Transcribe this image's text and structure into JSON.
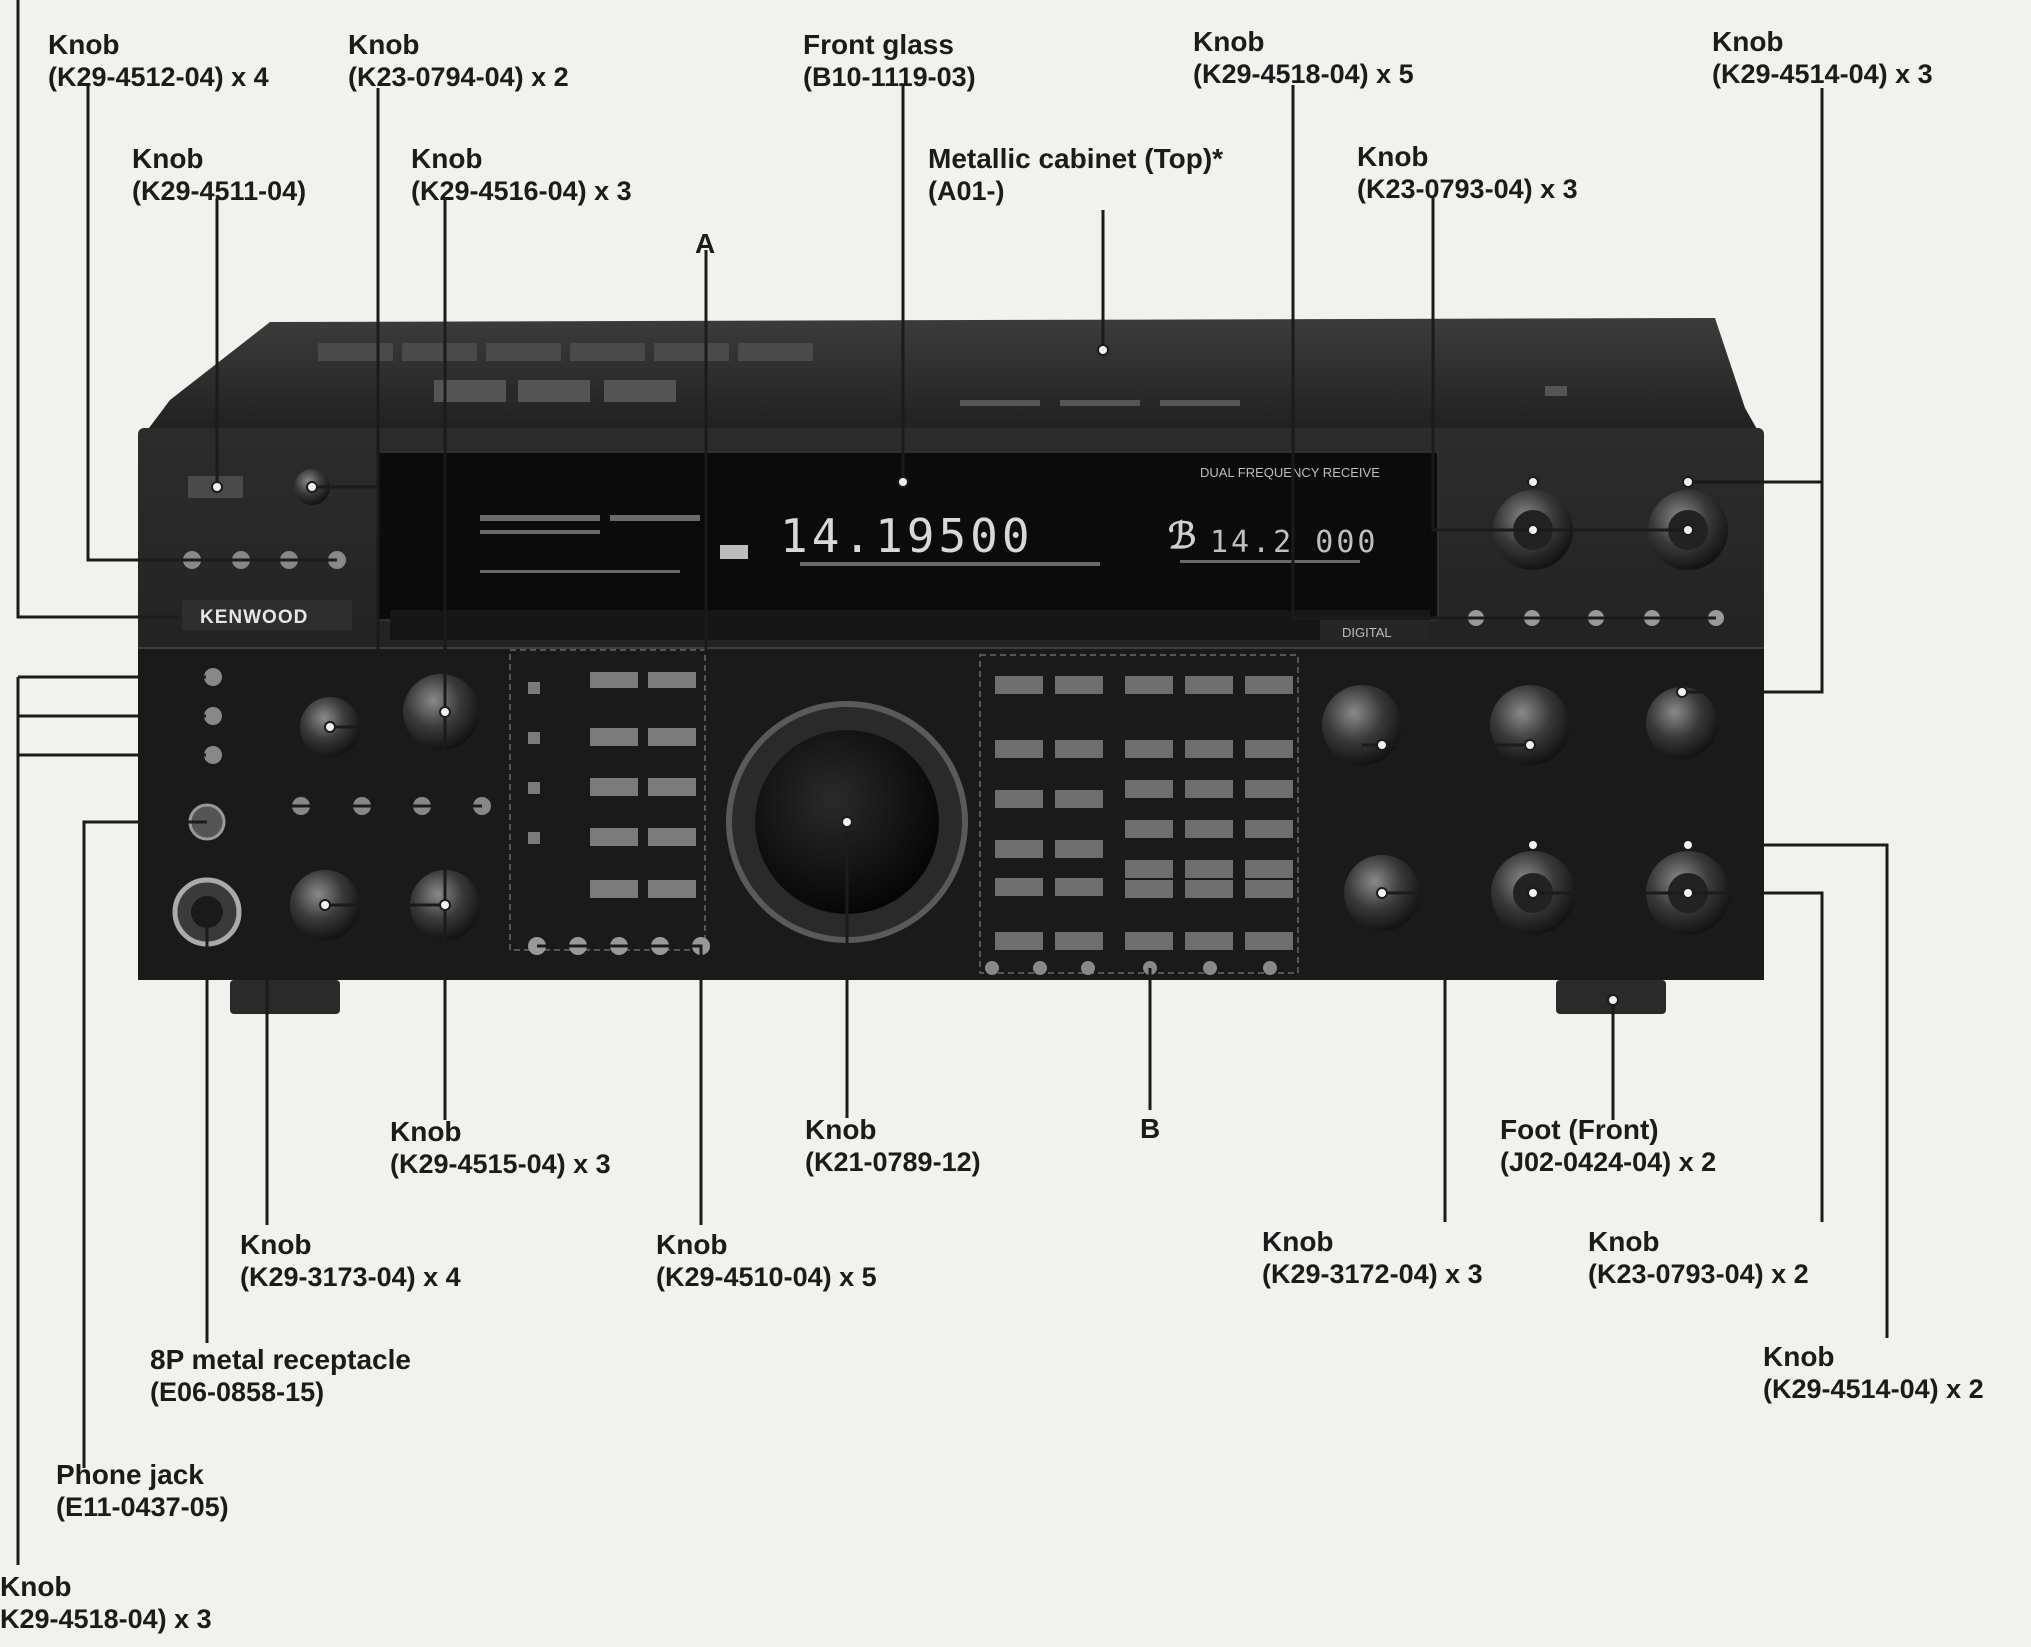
{
  "title": "",
  "panel": {
    "brand": "KENWOOD",
    "digital_label": "DIGITAL",
    "display_main": "14.19500",
    "display_sub": "14.2 000",
    "display_top_text": "DUAL FREQUENCY RECEIVE"
  },
  "labels": {
    "knob_k29_4512": {
      "name": "Knob",
      "part": "(K29-4512-04) x 4"
    },
    "knob_k23_0794": {
      "name": "Knob",
      "part": "(K23-0794-04) x 2"
    },
    "front_glass": {
      "name": "Front glass",
      "part": "(B10-1119-03)"
    },
    "knob_k29_4518_x5": {
      "name": "Knob",
      "part": "(K29-4518-04) x 5"
    },
    "knob_k29_4514_x3": {
      "name": "Knob",
      "part": "(K29-4514-04) x 3"
    },
    "knob_k29_4511": {
      "name": "Knob",
      "part": "(K29-4511-04)"
    },
    "knob_k29_4516": {
      "name": "Knob",
      "part": "(K29-4516-04) x 3"
    },
    "metallic_cabinet": {
      "name": "Metallic cabinet (Top)*",
      "part": "(A01-)"
    },
    "knob_k23_0793_x3": {
      "name": "Knob",
      "part": "(K23-0793-04) x 3"
    },
    "knob_k29_4515": {
      "name": "Knob",
      "part": "(K29-4515-04) x 3"
    },
    "knob_k21_0789": {
      "name": "Knob",
      "part": "(K21-0789-12)"
    },
    "foot_front": {
      "name": "Foot (Front)",
      "part": "(J02-0424-04) x 2"
    },
    "knob_k29_3173": {
      "name": "Knob",
      "part": "(K29-3173-04) x 4"
    },
    "knob_k29_4510": {
      "name": "Knob",
      "part": "(K29-4510-04) x 5"
    },
    "knob_k29_3172": {
      "name": "Knob",
      "part": "(K29-3172-04) x 3"
    },
    "knob_k23_0793_x2": {
      "name": "Knob",
      "part": "(K23-0793-04) x 2"
    },
    "receptacle_8p": {
      "name": "8P metal receptacle",
      "part": "(E06-0858-15)"
    },
    "knob_k29_4514_x2": {
      "name": "Knob",
      "part": "(K29-4514-04) x 2"
    },
    "phone_jack": {
      "name": "Phone jack",
      "part": "(E11-0437-05)"
    },
    "knob_k29_4518_x3": {
      "name": "Knob",
      "part": "K29-4518-04) x 3"
    }
  },
  "markers": {
    "a": "A",
    "b": "B"
  }
}
